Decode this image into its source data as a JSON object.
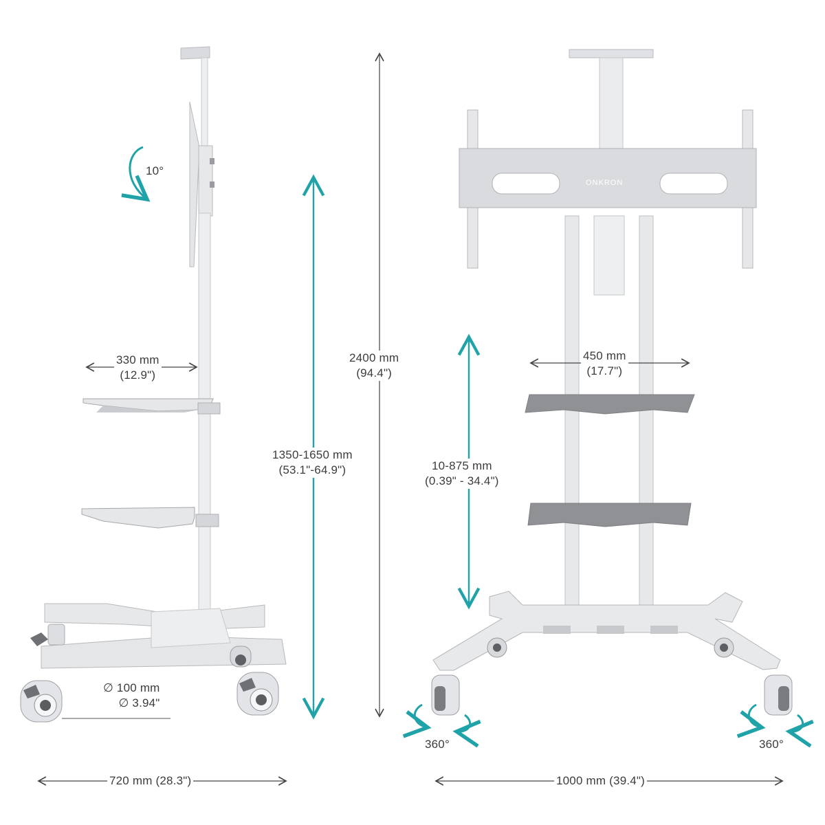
{
  "colors": {
    "accent": "#1fa3a8",
    "metal_light": "#e9eaec",
    "metal_mid": "#d7d9dc",
    "metal_dark": "#a9acb0",
    "shelf": "#8e9094",
    "dim_line": "#444444",
    "wheel": "#5f6165"
  },
  "brand": "ONKRON",
  "dimensions": {
    "tilt": "10°",
    "shelf_depth": {
      "mm": "330 mm",
      "in": "(12.9\")"
    },
    "total_height": {
      "mm": "2400 mm",
      "in": "(94.4\")"
    },
    "mount_height": {
      "mm": "1350-1650 mm",
      "in": "(53.1\"-64.9\")"
    },
    "shelf_adjust": {
      "mm": "10-875 mm",
      "in": "(0.39\" - 34.4\")"
    },
    "pole_spacing": {
      "mm": "450 mm",
      "in": "(17.7\")"
    },
    "wheel_diameter": {
      "mm": "∅ 100 mm",
      "in": "∅ 3.94\""
    },
    "base_depth": "720 mm (28.3\")",
    "base_width": "1000 mm (39.4\")",
    "caster_rotation_left": "360°",
    "caster_rotation_right": "360°"
  }
}
